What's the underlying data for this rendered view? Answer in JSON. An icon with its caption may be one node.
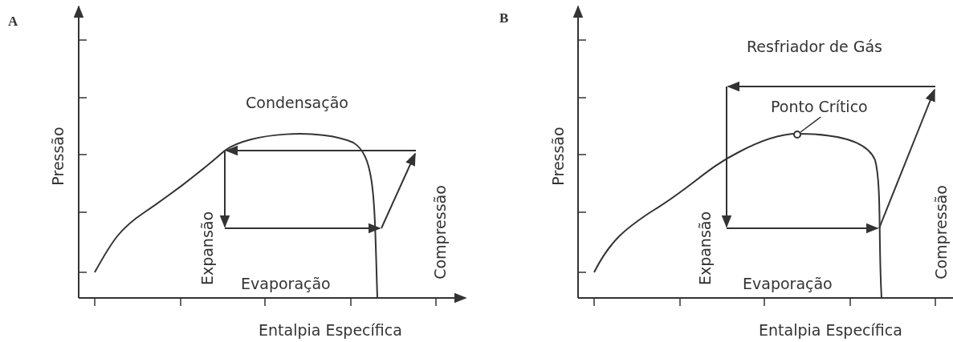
{
  "diagram": {
    "nodes": [
      {
        "text": [
          "Ponto Crítico"
        ]
      },
      {
        "text": [],
        "shape": "circle"
      }
    ],
    "edges": [
      {
        "from": 0,
        "to": 1,
        "arrow": "none"
      }
    ],
    "labels": [
      "A",
      "Condensação",
      "Pressão",
      "Expansão",
      "Compressão",
      "Evaporação",
      "Entalpia Específica",
      "B",
      "Resfriador de Gás",
      "Pressão",
      "Expansão",
      "Compressão",
      "Evaporação",
      "Entalpia Específica"
    ]
  }
}
